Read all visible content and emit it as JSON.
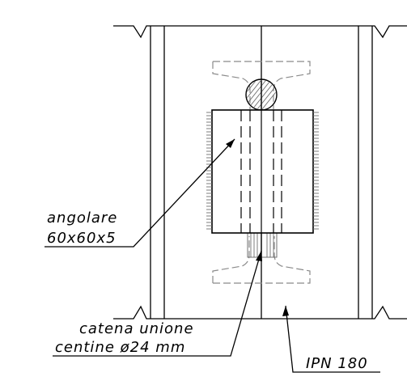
{
  "colors": {
    "line": "#000000",
    "hidden_line": "#8a8a8a",
    "hatch": "#707070",
    "background": "#ffffff"
  },
  "labels": {
    "angle": {
      "line1": "angolare",
      "line2": "60x60x5"
    },
    "tie_rod": {
      "line1": "catena unione",
      "line2": "centine ø24 mm"
    },
    "beam": "IPN 180"
  }
}
